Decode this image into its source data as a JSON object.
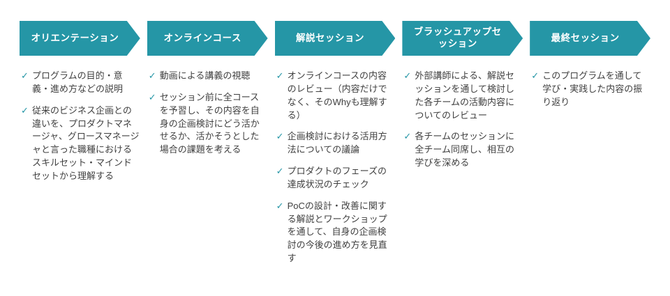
{
  "diagram": {
    "accent_color": "#2596A6",
    "text_color": "#404040",
    "check_glyph": "✓",
    "columns": [
      {
        "header": "オリエンテーション",
        "items": [
          "プログラムの目的・意義・進め方などの説明",
          "従来のビジネス企画との違いを、プロダクトマネージャ、グロースマネージャと言った職種におけるスキルセット・マインドセットから理解する"
        ]
      },
      {
        "header": "オンラインコース",
        "items": [
          "動画による講義の視聴",
          "セッション前に全コースを予習し、その内容を自身の企画検討にどう活かせるか、活かそうとした場合の課題を考える"
        ]
      },
      {
        "header": "解説セッション",
        "items": [
          "オンラインコースの内容のレビュー（内容だけでなく、そのWhyも理解する）",
          "企画検討における活用方法についての議論",
          "プロダクトのフェーズの達成状況のチェック",
          "PoCの設計・改善に関する解説とワークショップを通して、自身の企画検討の今後の進め方を見直す"
        ]
      },
      {
        "header": "ブラッシュアップセッション",
        "items": [
          "外部講師による、解説セッションを通して検討した各チームの活動内容についてのレビュー",
          "各チームのセッションに全チーム同席し、相互の学びを深める"
        ]
      },
      {
        "header": "最終セッション",
        "items": [
          "このプログラムを通して学び・実践した内容の振り返り"
        ]
      }
    ]
  }
}
